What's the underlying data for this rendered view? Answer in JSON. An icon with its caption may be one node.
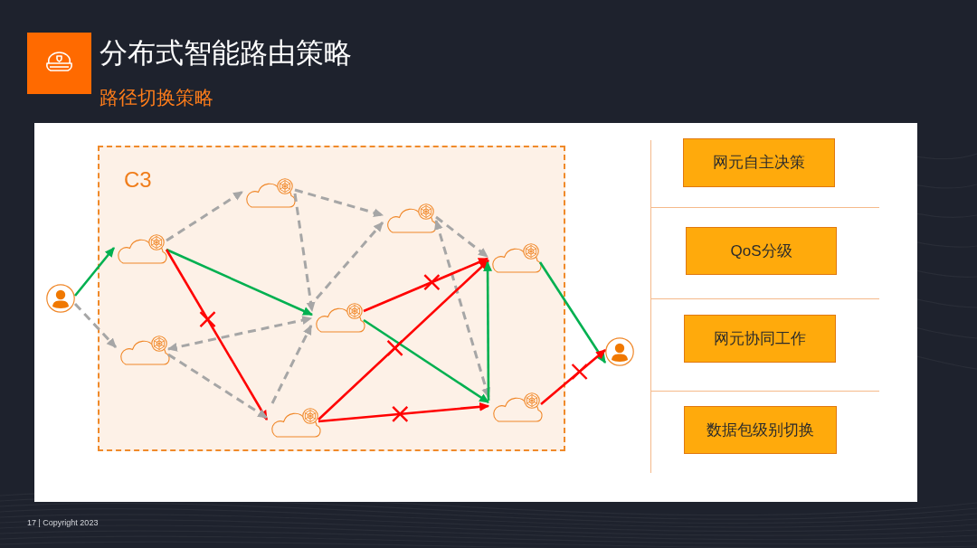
{
  "diagram": {
    "title": "分布式智能路由策略",
    "nodes": [
      {
        "text": [],
        "shape": "person"
      },
      {
        "text": [
          "C3"
        ]
      },
      {
        "text": [],
        "shape": "cloud",
        "in": 1
      },
      {
        "text": [],
        "shape": "cloud",
        "in": 1
      },
      {
        "text": [],
        "shape": "cloud",
        "in": 1
      },
      {
        "text": [],
        "shape": "cloud",
        "in": 1
      },
      {
        "text": [],
        "shape": "cloud",
        "in": 1
      },
      {
        "text": [],
        "shape": "cloud",
        "in": 1
      },
      {
        "text": [],
        "shape": "cloud",
        "in": 1
      },
      {
        "text": [],
        "shape": "cloud",
        "in": 1
      },
      {
        "text": [],
        "shape": "person"
      },
      {
        "text": [
          "网元自主决策"
        ]
      },
      {
        "text": [
          "QoS分级"
        ]
      },
      {
        "text": [
          "网元协同工作"
        ]
      },
      {
        "text": [
          "数据包级别切换"
        ]
      }
    ],
    "edges": [
      {
        "from": 0,
        "to": 2,
        "arrow": "to",
        "color": "#00b050"
      },
      {
        "from": 0,
        "to": 6,
        "arrow": "to",
        "style": "dashed"
      },
      {
        "from": 2,
        "to": 3,
        "arrow": "to",
        "style": "dashed"
      },
      {
        "from": 2,
        "to": 7,
        "arrow": "to",
        "color": "#00b050"
      },
      {
        "from": 2,
        "to": 8,
        "arrow": "to",
        "color": "#ff0000"
      },
      {
        "from": 3,
        "to": 4,
        "arrow": "to",
        "style": "dashed"
      },
      {
        "from": 3,
        "to": 7,
        "arrow": "to",
        "style": "dashed"
      },
      {
        "from": 4,
        "to": 5,
        "arrow": "to",
        "style": "dashed"
      },
      {
        "from": 4,
        "to": 9,
        "arrow": "both",
        "style": "dashed"
      },
      {
        "from": 7,
        "to": 4,
        "arrow": "to",
        "style": "dashed"
      },
      {
        "from": 6,
        "to": 7,
        "arrow": "both",
        "style": "dashed"
      },
      {
        "from": 6,
        "to": 8,
        "arrow": "to",
        "style": "dashed"
      },
      {
        "from": 8,
        "to": 7,
        "arrow": "to",
        "style": "dashed"
      },
      {
        "from": 7,
        "to": 5,
        "arrow": "to",
        "color": "#ff0000"
      },
      {
        "from": 7,
        "to": 9,
        "arrow": "to",
        "color": "#00b050"
      },
      {
        "from": 8,
        "to": 5,
        "arrow": "to",
        "color": "#ff0000"
      },
      {
        "from": 8,
        "to": 9,
        "arrow": "to",
        "color": "#ff0000"
      },
      {
        "from": 9,
        "to": 5,
        "arrow": "to",
        "color": "#00b050"
      },
      {
        "from": 5,
        "to": 10,
        "arrow": "to",
        "color": "#00b050"
      },
      {
        "from": 9,
        "to": 10,
        "arrow": "to",
        "color": "#ff0000"
      }
    ],
    "labels": [
      "路径切换策略",
      "17 | Copyright 2023"
    ]
  }
}
